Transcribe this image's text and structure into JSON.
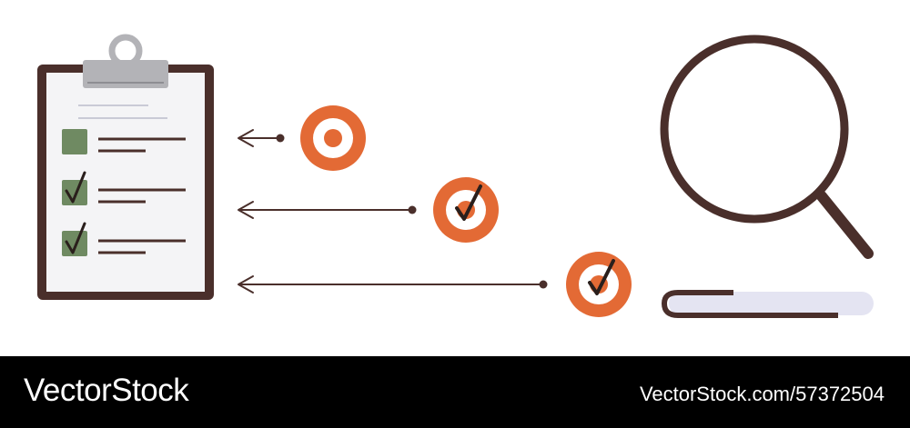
{
  "colors": {
    "background": "#ffffff",
    "frame_brown": "#4a2f2b",
    "paper": "#f4f4f6",
    "clip_gray": "#b3b3b7",
    "checkbox_green": "#6f8a62",
    "target_orange": "#e36a35",
    "pen_lavender": "#e4e4f2",
    "footer_bg": "#000000",
    "footer_text": "#ffffff"
  },
  "illustration": {
    "clipboard": {
      "checklist_items": [
        {
          "checked": false
        },
        {
          "checked": true
        },
        {
          "checked": true
        }
      ]
    },
    "targets": [
      {
        "state": "bullseye"
      },
      {
        "state": "checked"
      },
      {
        "state": "checked"
      }
    ],
    "icons": [
      "clipboard-icon",
      "target-icon",
      "check-icon",
      "magnifier-icon",
      "pen-icon",
      "arrow-left-icon"
    ]
  },
  "footer": {
    "brand": "VectorStock",
    "image_ref": "VectorStock.com/57372504"
  }
}
